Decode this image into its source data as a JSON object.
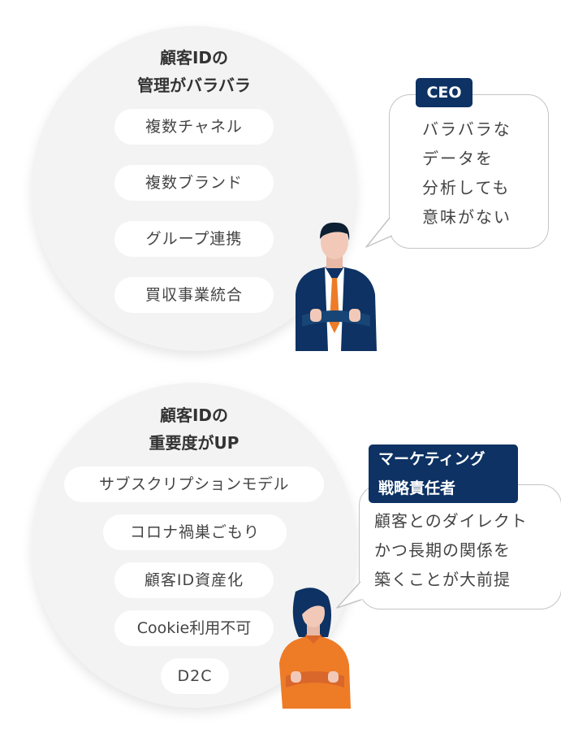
{
  "section1": {
    "title_lines": [
      "顧客IDの",
      "管理がバラバラ"
    ],
    "pills": [
      "複数チャネル",
      "複数ブランド",
      "グループ連携",
      "買収事業統合"
    ],
    "role": "CEO",
    "speech_lines": [
      "バラバラな",
      "データを",
      "分析しても",
      "意味がない"
    ]
  },
  "section2": {
    "title_lines": [
      "顧客IDの",
      "重要度がUP"
    ],
    "pills": [
      "サブスクリプションモデル",
      "コロナ禍巣ごもり",
      "顧客ID資産化",
      "Cookie利用不可",
      "D2C"
    ],
    "role_lines": [
      "マーケティング",
      "戦略責任者"
    ],
    "speech_lines": [
      "顧客とのダイレクト",
      "かつ長期の関係を",
      "築くことが大前提"
    ]
  },
  "colors": {
    "navy": "#0d3263",
    "orange": "#ee7b26",
    "circle_bg": "#f3f3f3",
    "bubble_border": "#c4c4c4"
  },
  "icons": [
    "businessman-icon",
    "businesswoman-icon",
    "speech-bubble-icon"
  ]
}
